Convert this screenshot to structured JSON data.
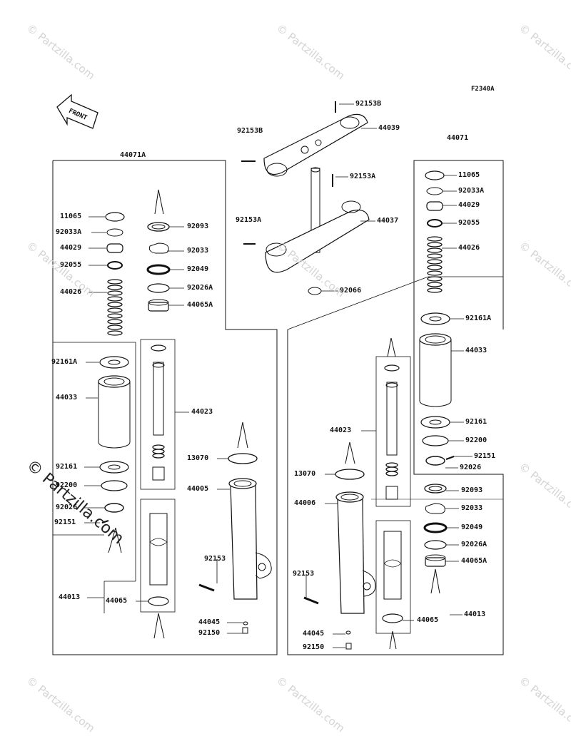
{
  "figure_code": "F2340A",
  "front_label": "FRONT",
  "watermark": "© Partzilla.com",
  "left_assembly": "44071A",
  "right_assembly": "44071",
  "labels": {
    "l_11065": "11065",
    "l_92033A": "92033A",
    "l_44029": "44029",
    "l_92055": "92055",
    "l_44026": "44026",
    "l_92161A": "92161A",
    "l_44033": "44033",
    "l_92161": "92161",
    "l_92200": "92200",
    "l_92026": "92026",
    "l_92151": "92151",
    "l_44013": "44013",
    "l_44065": "44065",
    "l_92093": "92093",
    "l_92033": "92033",
    "l_92049": "92049",
    "l_92026A": "92026A",
    "l_44065A": "44065A",
    "l_44023": "44023",
    "l_13070": "13070",
    "l_44005": "44005",
    "l_92153": "92153",
    "l_44045": "44045",
    "l_92150": "92150",
    "t_92153B_top": "92153B",
    "t_44039": "44039",
    "t_92153B_left": "92153B",
    "t_92153A_top": "92153A",
    "t_44037": "44037",
    "t_92153A_left": "92153A",
    "t_92066": "92066",
    "r_11065": "11065",
    "r_92033A": "92033A",
    "r_44029": "44029",
    "r_92055": "92055",
    "r_44026": "44026",
    "r_92161A": "92161A",
    "r_44033": "44033",
    "r_92161": "92161",
    "r_92200": "92200",
    "r_92151": "92151",
    "r_92026": "92026",
    "r_92093": "92093",
    "r_92033": "92033",
    "r_92049": "92049",
    "r_92026A": "92026A",
    "r_44065A": "44065A",
    "r_44023": "44023",
    "r_13070": "13070",
    "r_44006": "44006",
    "r_92153": "92153",
    "r_44045": "44045",
    "r_92150": "92150",
    "r_44065": "44065",
    "r_44013": "44013"
  }
}
